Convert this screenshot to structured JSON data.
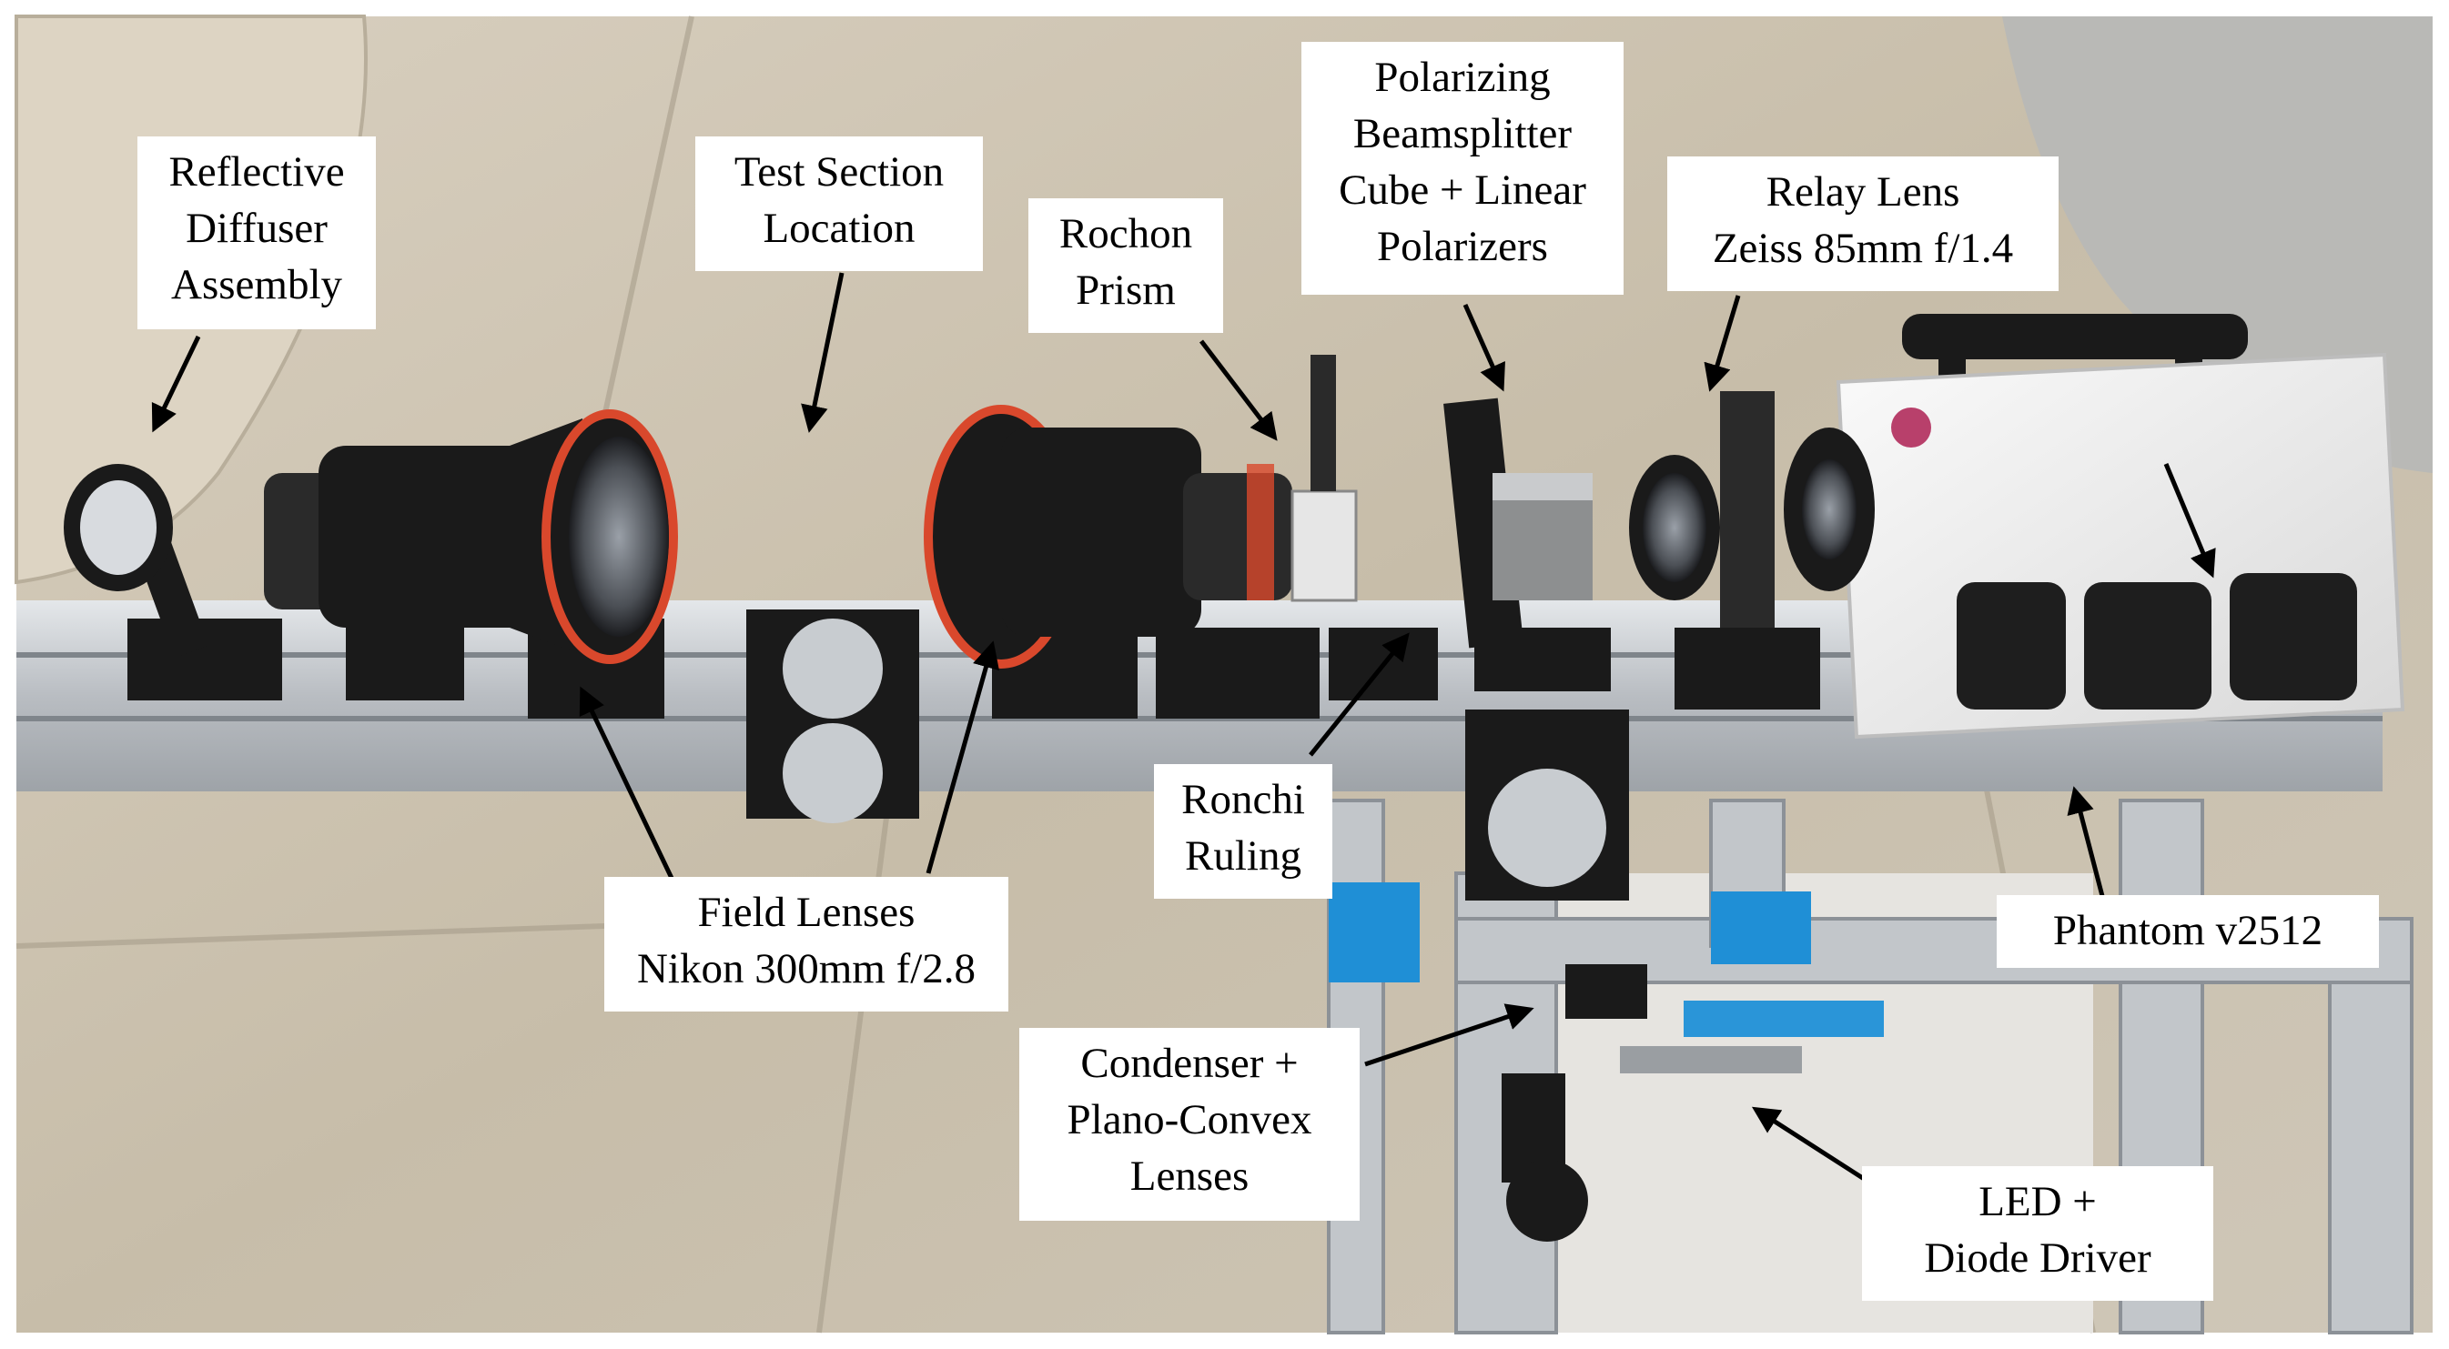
{
  "labels": {
    "reflective_diffuser": [
      "Reflective",
      "Diffuser",
      "Assembly"
    ],
    "test_section": [
      "Test Section",
      "Location"
    ],
    "rochon_prism": [
      "Rochon",
      "Prism"
    ],
    "polarizing_cube": [
      "Polarizing",
      "Beamsplitter",
      "Cube + Linear",
      "Polarizers"
    ],
    "relay_lens": [
      "Relay Lens",
      "Zeiss 85mm f/1.4"
    ],
    "ronchi_ruling": [
      "Ronchi",
      "Ruling"
    ],
    "field_lenses": [
      "Field Lenses",
      "Nikon 300mm f/2.8"
    ],
    "phantom": [
      "Phantom v2512"
    ],
    "condenser": [
      "Condenser +",
      "Plano-Convex",
      "Lenses"
    ],
    "led": [
      "LED +",
      "Diode Driver"
    ]
  },
  "colors": {
    "floor": "#c9bfae",
    "rail": "#c8ccd0",
    "camera_body": "#eeeeee",
    "lens_black": "#1a1a1a",
    "lens_accent": "#d9482c",
    "blue_mount": "#1f8fd6"
  }
}
